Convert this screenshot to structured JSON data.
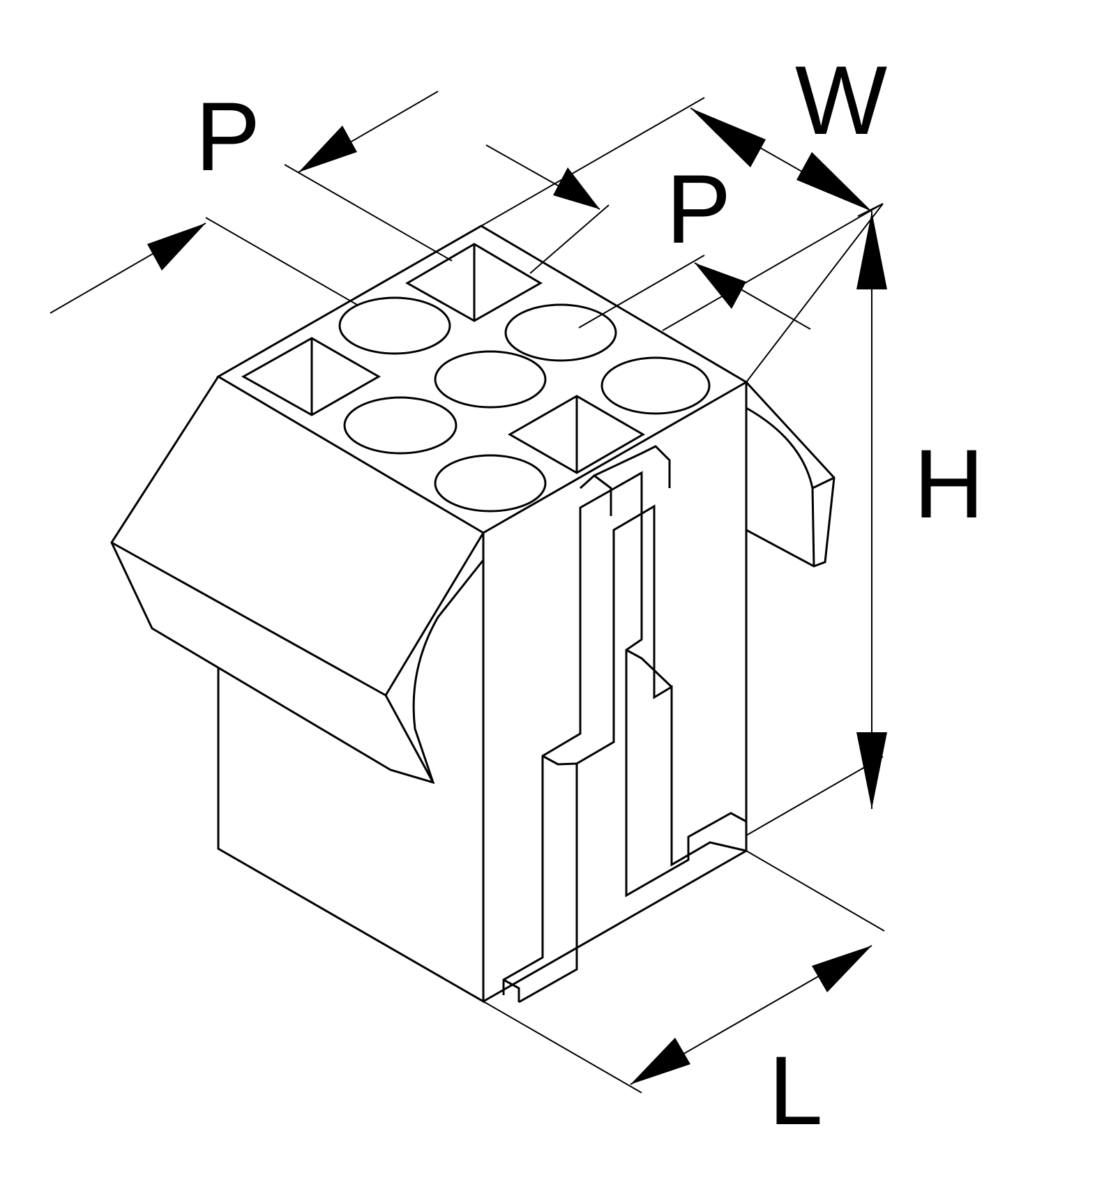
{
  "labels": {
    "pitch_top": "P",
    "pitch_right": "P",
    "width": "W",
    "height": "H",
    "length": "L"
  },
  "colors": {
    "stroke": "#000000",
    "background": "#ffffff"
  }
}
